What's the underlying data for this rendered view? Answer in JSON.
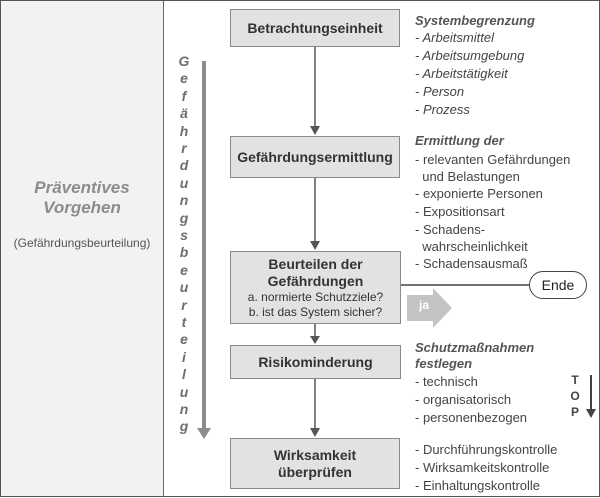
{
  "left_panel": {
    "title_lines": [
      "Präventives",
      "Vorgehen"
    ],
    "subtitle": "(Gefährdungsbeurteilung)"
  },
  "vertical_label": [
    "G",
    "e",
    "f",
    "ä",
    "h",
    "r",
    "d",
    "u",
    "n",
    "g",
    "s",
    "b",
    "e",
    "u",
    "r",
    "t",
    "e",
    "i",
    "l",
    "u",
    "n",
    "g"
  ],
  "steps": [
    {
      "title_lines": [
        "Betrachtungseinheit"
      ],
      "sub_lines": []
    },
    {
      "title_lines": [
        "Gefährdungsermittlung"
      ],
      "sub_lines": []
    },
    {
      "title_lines": [
        "Beurteilen der",
        "Gefährdungen"
      ],
      "sub_lines": [
        "a. normierte Schutzziele?",
        "b. ist das System sicher?"
      ]
    },
    {
      "title_lines": [
        "Risikominderung"
      ],
      "sub_lines": []
    },
    {
      "title_lines": [
        "Wirksamkeit",
        "überprüfen"
      ],
      "sub_lines": []
    }
  ],
  "right_sections": [
    {
      "heading_lines": [
        "Systembegrenzung"
      ],
      "italic_items": true,
      "items": [
        "- Arbeitsmittel",
        "- Arbeitsumgebung",
        "- Arbeitstätigkeit",
        "- Person",
        "- Prozess"
      ]
    },
    {
      "heading_lines": [
        "Ermittlung der"
      ],
      "italic_items": false,
      "items": [
        "- relevanten Gefährdungen",
        "  und Belastungen",
        "- exponierte Personen",
        "- Expositionsart",
        "- Schadens-",
        "  wahrscheinlichkeit",
        "- Schadensausmaß"
      ]
    },
    {
      "heading_lines": [
        "Schutzmaßnahmen",
        "festlegen"
      ],
      "italic_items": false,
      "items": [
        "- technisch",
        "- organisatorisch",
        "- personenbezogen"
      ]
    },
    {
      "heading_lines": [],
      "italic_items": false,
      "items": [
        "- Durchführungskontrolle",
        "- Wirksamkeitskontrolle",
        "- Einhaltungskontrolle"
      ]
    }
  ],
  "ende": "Ende",
  "ja": "ja",
  "top_letters": [
    "T",
    "O",
    "P"
  ],
  "colors": {
    "box_fill": "#e2e2e2",
    "box_border": "#8a8a8a",
    "ja_arrow": "#c4c4c4",
    "gray_arrow": "#8c8c8c",
    "left_panel": "#f2f2f2"
  }
}
